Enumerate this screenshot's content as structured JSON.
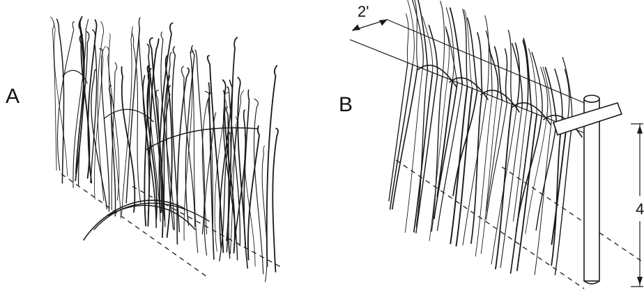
{
  "figure": {
    "panels": [
      {
        "id": "A",
        "label": "A"
      },
      {
        "id": "B",
        "label": "B"
      }
    ],
    "dimensions": {
      "width_label": "2'",
      "height_label": "4"
    },
    "colors": {
      "ink": "#1a1a1a",
      "background": "#ffffff"
    }
  }
}
